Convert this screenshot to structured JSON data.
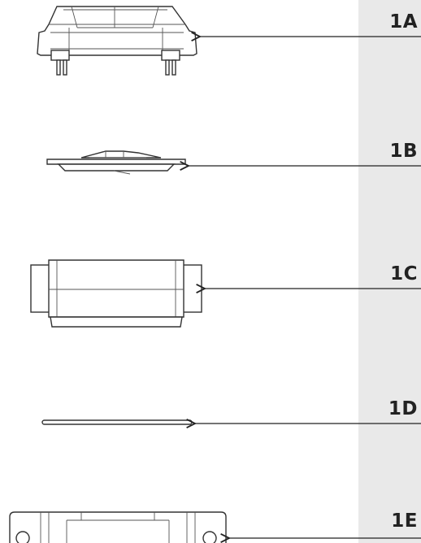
{
  "callouts": [
    {
      "label": "1A"
    },
    {
      "label": "1B"
    },
    {
      "label": "1C"
    },
    {
      "label": "1D"
    },
    {
      "label": "1E"
    }
  ],
  "colors": {
    "panel": "#e9e9e9",
    "line": "#222222",
    "background": "#ffffff"
  }
}
